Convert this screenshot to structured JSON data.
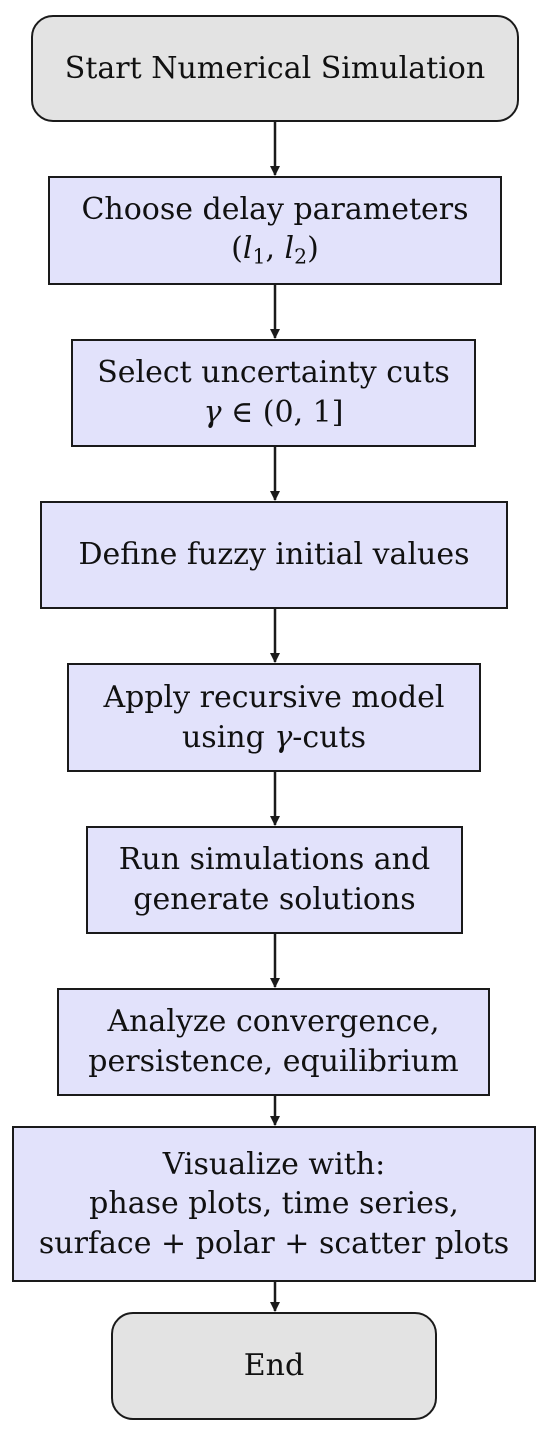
{
  "nodes": {
    "start": "Start Numerical Simulation",
    "delay": {
      "line1": "Choose delay parameters",
      "paren_open": "(",
      "l": "l",
      "sub1": "1",
      "comma": ", ",
      "sub2": "2",
      "paren_close": ")"
    },
    "cuts": {
      "line1": "Select uncertainty cuts",
      "gamma": "γ",
      "interval": " ∈ (0, 1]"
    },
    "fuzzy": "Define fuzzy initial values",
    "recursive": {
      "line1": "Apply recursive model",
      "prefix": "using ",
      "gamma": "γ",
      "suffix": "-cuts"
    },
    "simulate": {
      "line1": "Run simulations and",
      "line2": "generate solutions"
    },
    "analyze": {
      "line1": "Analyze convergence,",
      "line2": "persistence, equilibrium"
    },
    "visualize": {
      "line1": "Visualize with:",
      "line2": "phase plots, time series,",
      "line3": "surface + polar + scatter plots"
    },
    "end": "End"
  },
  "colors": {
    "terminal_fill": "#e3e3e3",
    "process_fill": "#e2e2fb",
    "stroke": "#1a1a1a"
  }
}
